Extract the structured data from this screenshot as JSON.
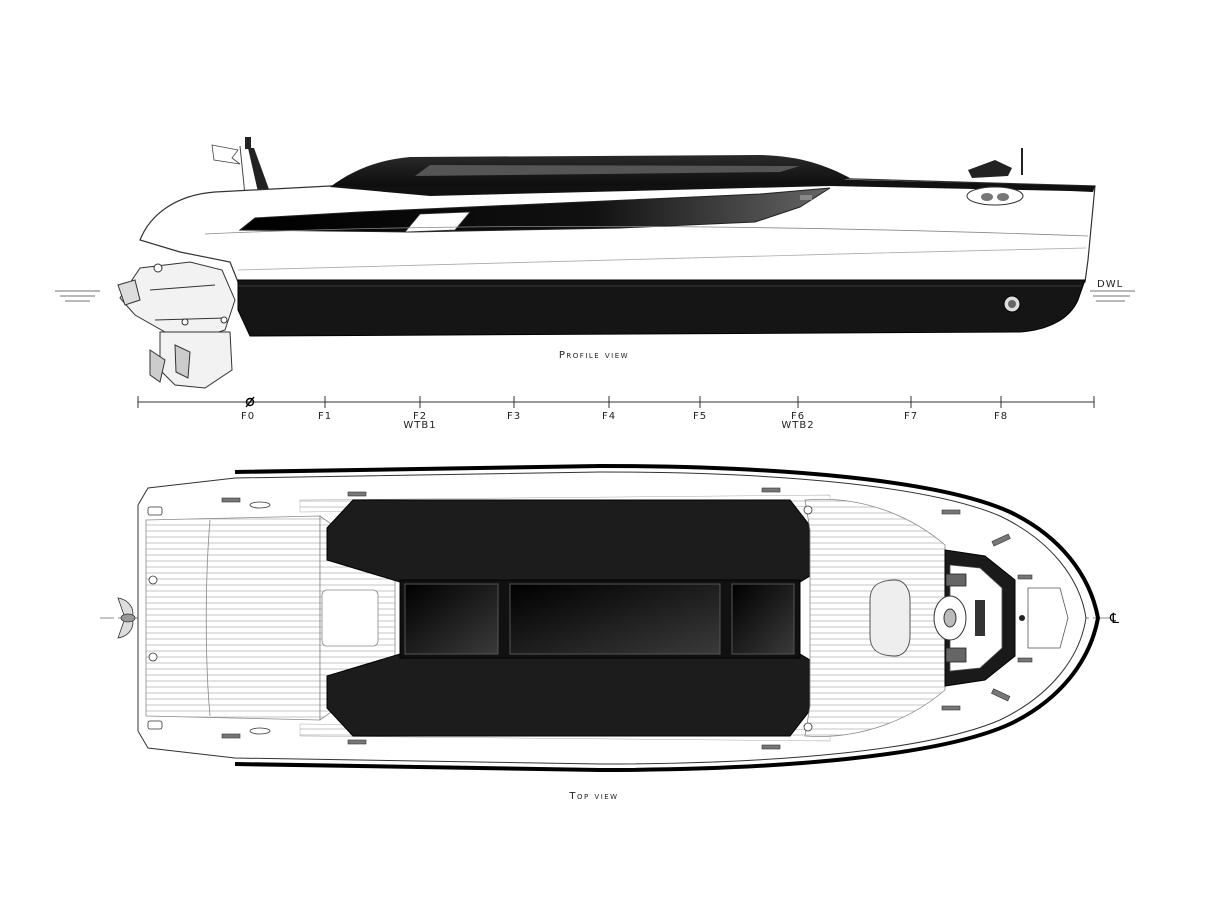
{
  "profile": {
    "caption": "Profile view",
    "waterline_label": "DWL"
  },
  "scale": {
    "frames": [
      "F0",
      "F1",
      "F2",
      "F3",
      "F4",
      "F5",
      "F6",
      "F7",
      "F8"
    ],
    "bulkheads": [
      "WTB1",
      "WTB2"
    ]
  },
  "top": {
    "caption": "Top view",
    "centerline_symbol": "℄"
  },
  "colors": {
    "hull_dark": "#1a1a1a",
    "hull_light": "#ffffff",
    "line": "#333333",
    "deck_line": "#9a9a9a"
  }
}
